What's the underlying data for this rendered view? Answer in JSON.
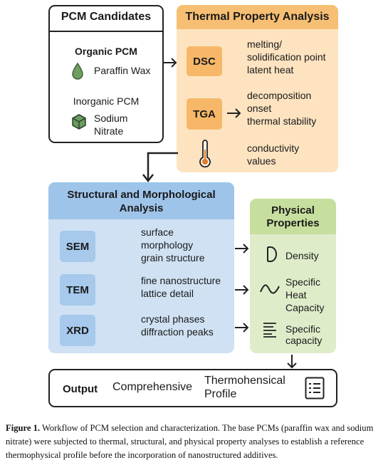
{
  "candidates": {
    "title": "PCM Candidates",
    "organic_heading": "Organic PCM",
    "organic_item": "Paraffin Wax",
    "inorganic_heading": "Inorganic PCM",
    "inorganic_item_line1": "Sodium",
    "inorganic_item_line2": "Nitrate"
  },
  "thermal": {
    "title": "Thermal Property Analysis",
    "dsc": {
      "label": "DSC",
      "line1": "melting/",
      "line2": "solidification point",
      "line3": "latent heat"
    },
    "tga": {
      "label": "TGA",
      "line1": "decomposition",
      "line2": "onset",
      "line3": "thermal stability"
    },
    "cond": {
      "line1": "conductivity",
      "line2": "values",
      "icon": "thermometer-icon"
    }
  },
  "structural": {
    "title_line1": "Structural and Morphological",
    "title_line2": "Analysis",
    "sem": {
      "label": "SEM",
      "line1": "surface",
      "line2": "morphology",
      "line3": "grain structure"
    },
    "tem": {
      "label": "TEM",
      "line1": "fine nanostructure",
      "line2": "lattice detail"
    },
    "xrd": {
      "label": "XRD",
      "line1": "crystal phases",
      "line2": "diffraction peaks"
    }
  },
  "physical": {
    "title_line1": "Physical",
    "title_line2": "Properties",
    "density": "Density",
    "heat_line1": "Specific",
    "heat_line2": "Heat",
    "heat_line3": "Capacity",
    "cap_line1": "Specific",
    "cap_line2": "capacity"
  },
  "output": {
    "label": "Output",
    "text": "Comprehensive",
    "profile_line1": "Thermohensical",
    "profile_line2": "Profile"
  },
  "caption": {
    "label": "Figure 1.",
    "text": " Workflow of PCM selection and characterization. The base PCMs (paraffin wax and sodium nitrate) were subjected to thermal, structural, and physical property analyses to establish a reference thermophysical profile before the incorporation of nanostructured additives."
  },
  "colors": {
    "orange_panel": "#fde3c0",
    "orange_header": "#f7bf73",
    "orange_chip": "#f6b868",
    "blue_panel": "#cfe1f3",
    "blue_header": "#9ec4ea",
    "blue_chip": "#a6c9ec",
    "green_panel": "#dfecca",
    "green_header": "#c7df9e",
    "leaf_green": "#5e8c52"
  }
}
